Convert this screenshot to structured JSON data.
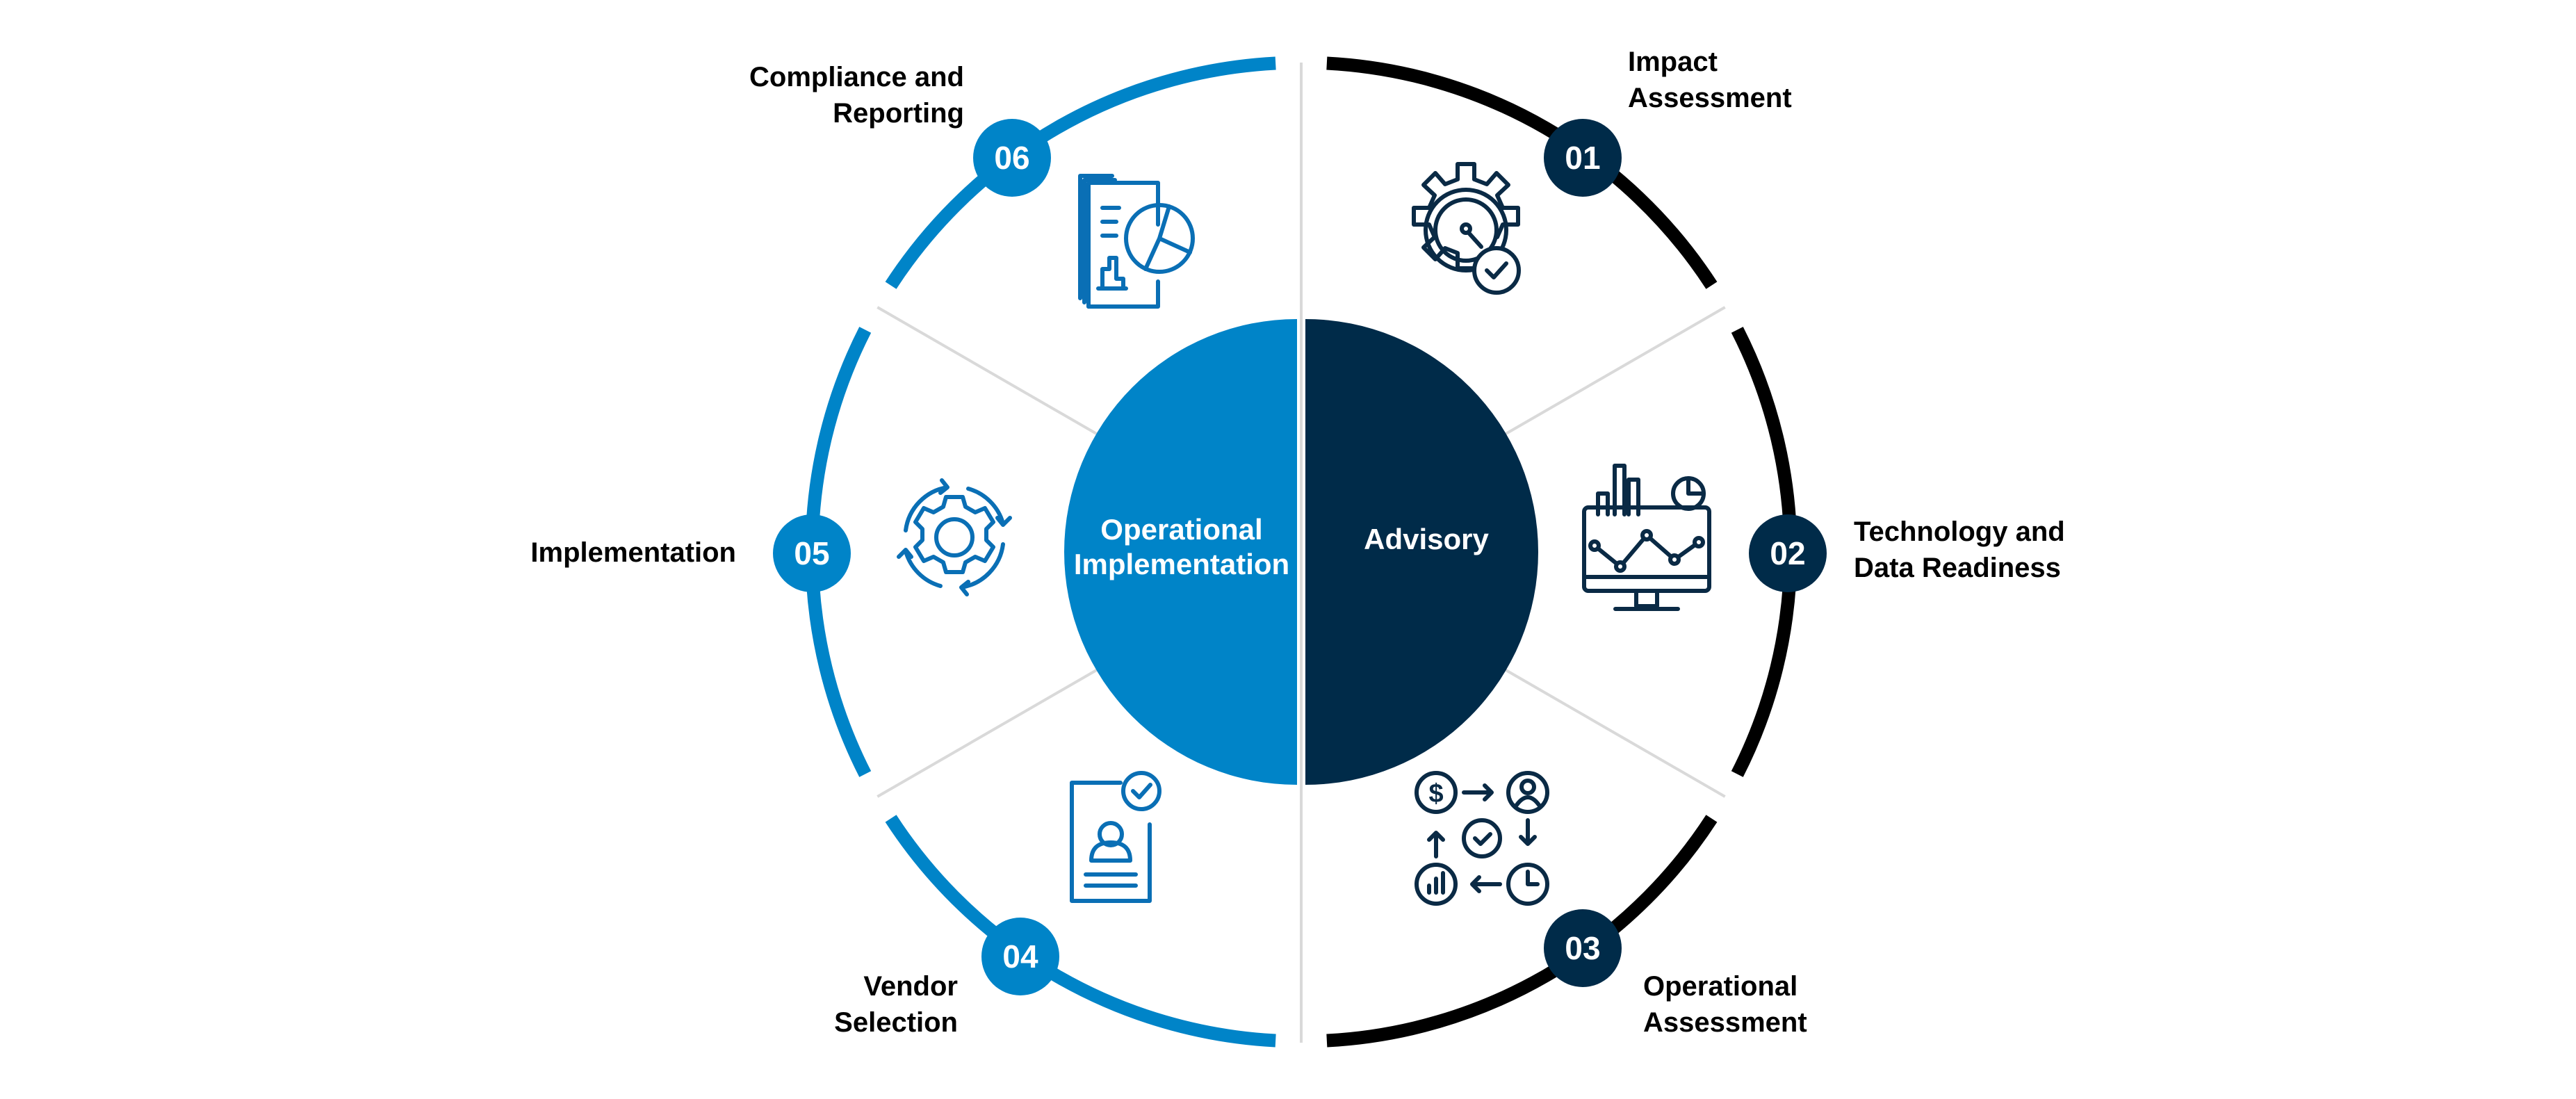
{
  "colors": {
    "blue": "#0084c8",
    "navy": "#002b49",
    "black": "#000000",
    "divider": "#d9d9d9"
  },
  "center": {
    "left_label_line1": "Operational",
    "left_label_line2": "Implementation",
    "right_label": "Advisory"
  },
  "steps": [
    {
      "number": "01",
      "line1": "Impact",
      "line2": "Assessment",
      "icon": "gear-gauge-check-icon"
    },
    {
      "number": "02",
      "line1": "Technology and",
      "line2": "Data Readiness",
      "icon": "monitor-analytics-icon"
    },
    {
      "number": "03",
      "line1": "Operational",
      "line2": "Assessment",
      "icon": "process-cycle-icon"
    },
    {
      "number": "04",
      "line1": "Vendor",
      "line2": "Selection",
      "icon": "certified-profile-icon"
    },
    {
      "number": "05",
      "line1": "Implementation",
      "line2": "",
      "icon": "gear-refresh-icon"
    },
    {
      "number": "06",
      "line1": "Compliance and",
      "line2": "Reporting",
      "icon": "report-documents-icon"
    }
  ]
}
